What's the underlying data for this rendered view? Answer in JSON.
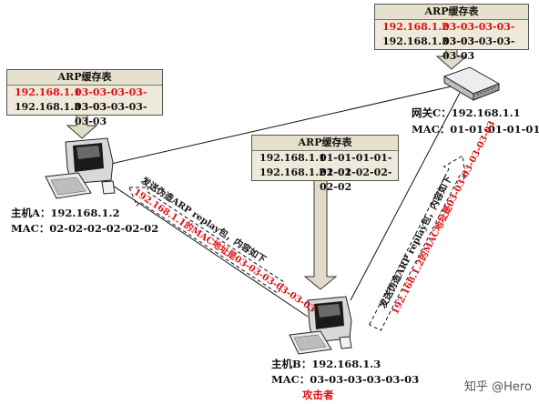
{
  "tables": {
    "gateway": {
      "title": "ARP缓存表",
      "rows": [
        {
          "ip": "192.168.1.2",
          "mac": "03-03-03-03-03-03",
          "highlight": true
        },
        {
          "ip": "192.168.1.3",
          "mac": "03-03-03-03-03-03",
          "highlight": false
        }
      ]
    },
    "host_a": {
      "title": "ARP缓存表",
      "rows": [
        {
          "ip": "192.168.1.1",
          "mac": "03-03-03-03-03-03",
          "highlight": true
        },
        {
          "ip": "192.168.1.3",
          "mac": "03-03-03-03-03-03",
          "highlight": false
        }
      ]
    },
    "host_b": {
      "title": "ARP缓存表",
      "rows": [
        {
          "ip": "192.168.1.1",
          "mac": "01-01-01-01-01-01",
          "highlight": false
        },
        {
          "ip": "192.168.1.2",
          "mac": "02-02-02-02-02-02",
          "highlight": false
        }
      ]
    }
  },
  "nodes": {
    "gateway": {
      "ip_line": "网关C：192.168.1.1",
      "mac_line": "MAC：01-01-01-01-01-01"
    },
    "host_a": {
      "ip_line": "主机A：192.168.1.2",
      "mac_line": "MAC：02-02-02-02-02-02"
    },
    "host_b": {
      "ip_line": "主机B：192.168.1.3",
      "mac_line": "MAC：03-03-03-03-03-03",
      "role": "攻击者"
    }
  },
  "messages": {
    "to_a": {
      "line1": "发送伪造ARP replay包，内容如下",
      "line2": "192.168.1.1的MAC地址是03-03-03-03-03-03"
    },
    "to_c": {
      "line1": "发送伪造ARP replay包，内容如下",
      "line2": "192.168.1.2的MAC地址是03-03-03-03-03-03"
    }
  },
  "watermark": "知乎 @Hero",
  "colors": {
    "highlight": "#e01010",
    "table_bg": "#eeeadb",
    "arrow_fill": "#e0dcc8"
  }
}
